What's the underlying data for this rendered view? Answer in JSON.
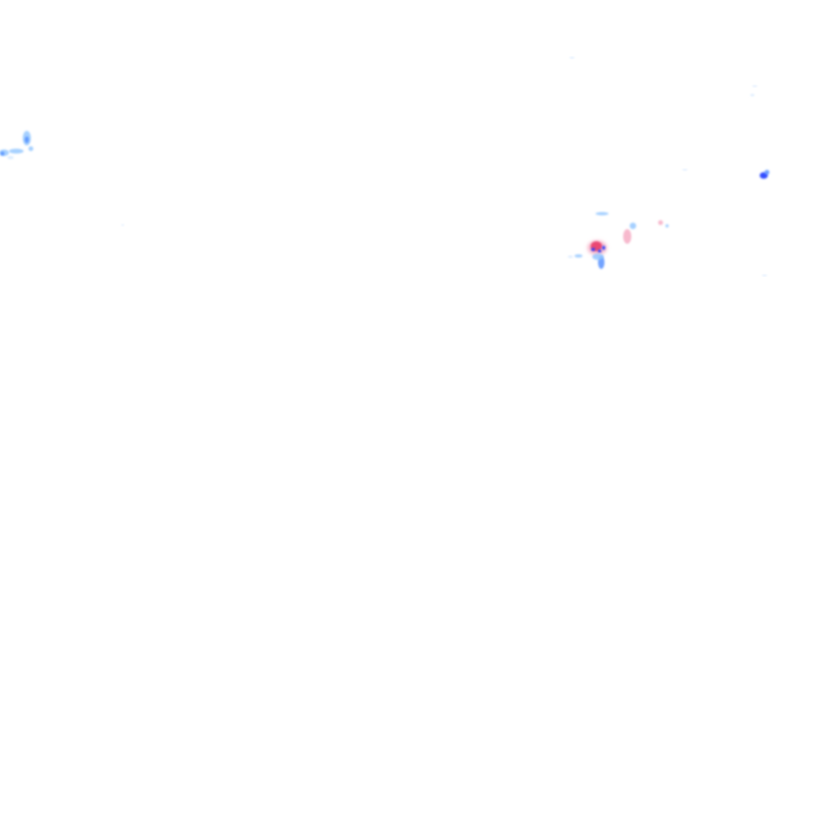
{
  "background_color": "#ffffff",
  "palette": {
    "light_rain": "#8fc4ff",
    "moderate_rain": "#4f8cff",
    "heavy_rain": "#1e3cff",
    "light_mix": "#f5a8c0",
    "heavy_mix": "#e83a6a",
    "trace": "#cfe4ff"
  },
  "echo_types": [
    "light_rain",
    "moderate_rain",
    "heavy_rain",
    "light_mix",
    "heavy_mix",
    "trace"
  ]
}
